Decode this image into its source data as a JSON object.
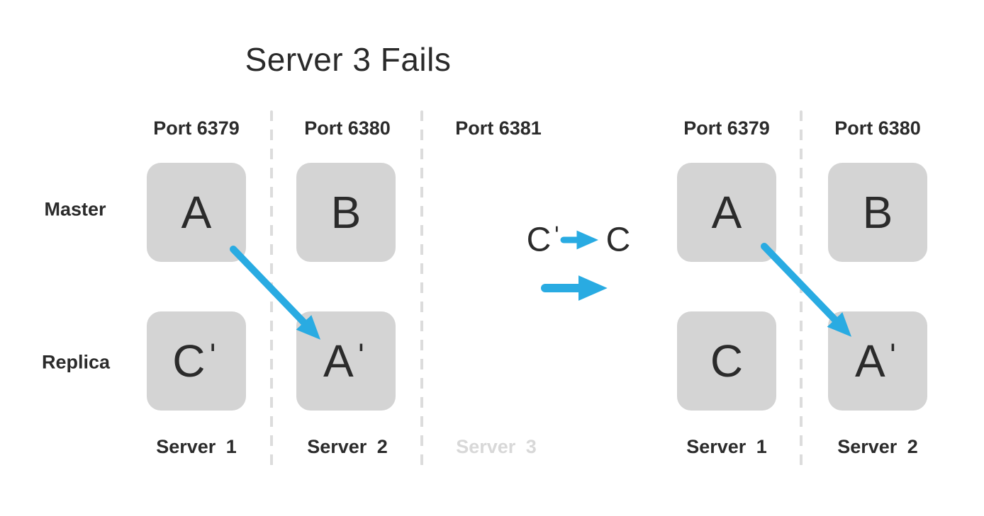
{
  "title": "Server 3 Fails",
  "colors": {
    "accent_blue": "#29abe2",
    "node_fill": "#d4d4d4",
    "divider_gray": "#dcdcdc",
    "text_dark": "#2b2b2b",
    "faded_text": "#d8d8d8"
  },
  "row_labels": {
    "master": "Master",
    "replica": "Replica"
  },
  "before": {
    "ports": [
      "Port 6379",
      "Port 6380",
      "Port 6381"
    ],
    "master_nodes": [
      "A",
      "B"
    ],
    "replica_nodes": [
      "Cˈ",
      "Aˈ"
    ],
    "servers": [
      "Server 1",
      "Server 2",
      "Server 3"
    ]
  },
  "transition": {
    "from": "Cˈ",
    "to": "C"
  },
  "after": {
    "ports": [
      "Port 6379",
      "Port 6380"
    ],
    "master_nodes": [
      "A",
      "B"
    ],
    "replica_nodes": [
      "C",
      "Aˈ"
    ],
    "servers": [
      "Server 1",
      "Server 2"
    ]
  }
}
